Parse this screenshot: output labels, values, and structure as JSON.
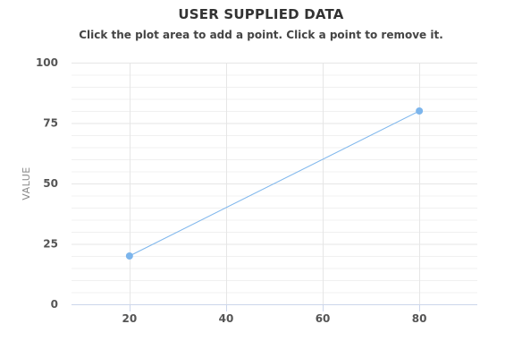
{
  "chart": {
    "title": "USER SUPPLIED DATA",
    "subtitle": "Click the plot area to add a point. Click a point to remove it."
  },
  "chart_data": {
    "type": "line",
    "title": "USER SUPPLIED DATA",
    "subtitle": "Click the plot area to add a point. Click a point to remove it.",
    "xlabel": "",
    "ylabel": "VALUE",
    "xlim": [
      8,
      92
    ],
    "ylim": [
      0,
      100
    ],
    "xticks": [
      20,
      40,
      60,
      80
    ],
    "yticks": [
      0,
      25,
      50,
      75,
      100
    ],
    "grid": true,
    "legend": "none",
    "series": [
      {
        "color": "#7cb5ec",
        "points": [
          {
            "x": 20,
            "y": 20
          },
          {
            "x": 80,
            "y": 80
          }
        ]
      }
    ]
  }
}
